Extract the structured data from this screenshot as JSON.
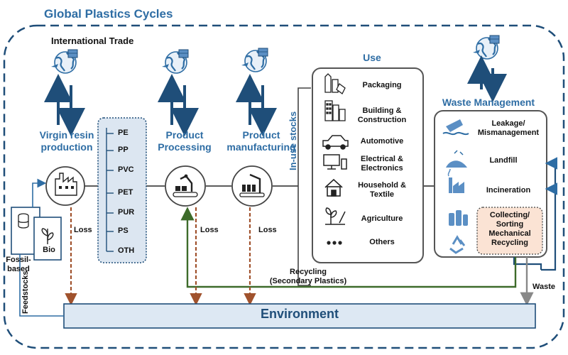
{
  "title": "Global Plastics Cycles",
  "international_trade": "International Trade",
  "stages": {
    "virgin_resin": "Virgin resin\nproduction",
    "product_processing": "Product\nProcessing",
    "product_manufacturing": "Product\nmanufacturing",
    "use": "Use",
    "waste_management": "Waste Management"
  },
  "resins": [
    "PE",
    "PP",
    "PVC",
    "PET",
    "PUR",
    "PS",
    "OTH"
  ],
  "in_use_stocks": "In-use stocks",
  "use_sectors": [
    {
      "label": "Packaging",
      "icon": "packaging-icon"
    },
    {
      "label": "Building &\nConstruction",
      "icon": "building-icon"
    },
    {
      "label": "Automotive",
      "icon": "car-icon"
    },
    {
      "label": "Electrical &\nElectronics",
      "icon": "computer-icon"
    },
    {
      "label": "Household &\nTextile",
      "icon": "house-icon"
    },
    {
      "label": "Agriculture",
      "icon": "plant-icon"
    },
    {
      "label": "Others",
      "icon": "ellipsis-icon"
    }
  ],
  "waste_routes": [
    {
      "label": "Leakage/\nMismanagement",
      "icon": "leakage-icon"
    },
    {
      "label": "Landfill",
      "icon": "landfill-icon"
    },
    {
      "label": "Incineration",
      "icon": "incineration-icon"
    }
  ],
  "collecting": "Collecting/\nSorting\nMechanical\nRecycling",
  "feedstocks": {
    "fossil": "Fossil-\nbased",
    "bio": "Bio",
    "label": "Feedstocks"
  },
  "loss": "Loss",
  "recycling": "Recycling\n(Secondary Plastics)",
  "waste": "Waste",
  "environment": "Environment",
  "colors": {
    "blue": "#2e6da4",
    "dark_blue": "#1f4e79",
    "loss_brown": "#a0522d",
    "recycle_green": "#3d6b2a",
    "env_fill": "#dde8f3",
    "collect_fill": "#fbe3d4"
  }
}
